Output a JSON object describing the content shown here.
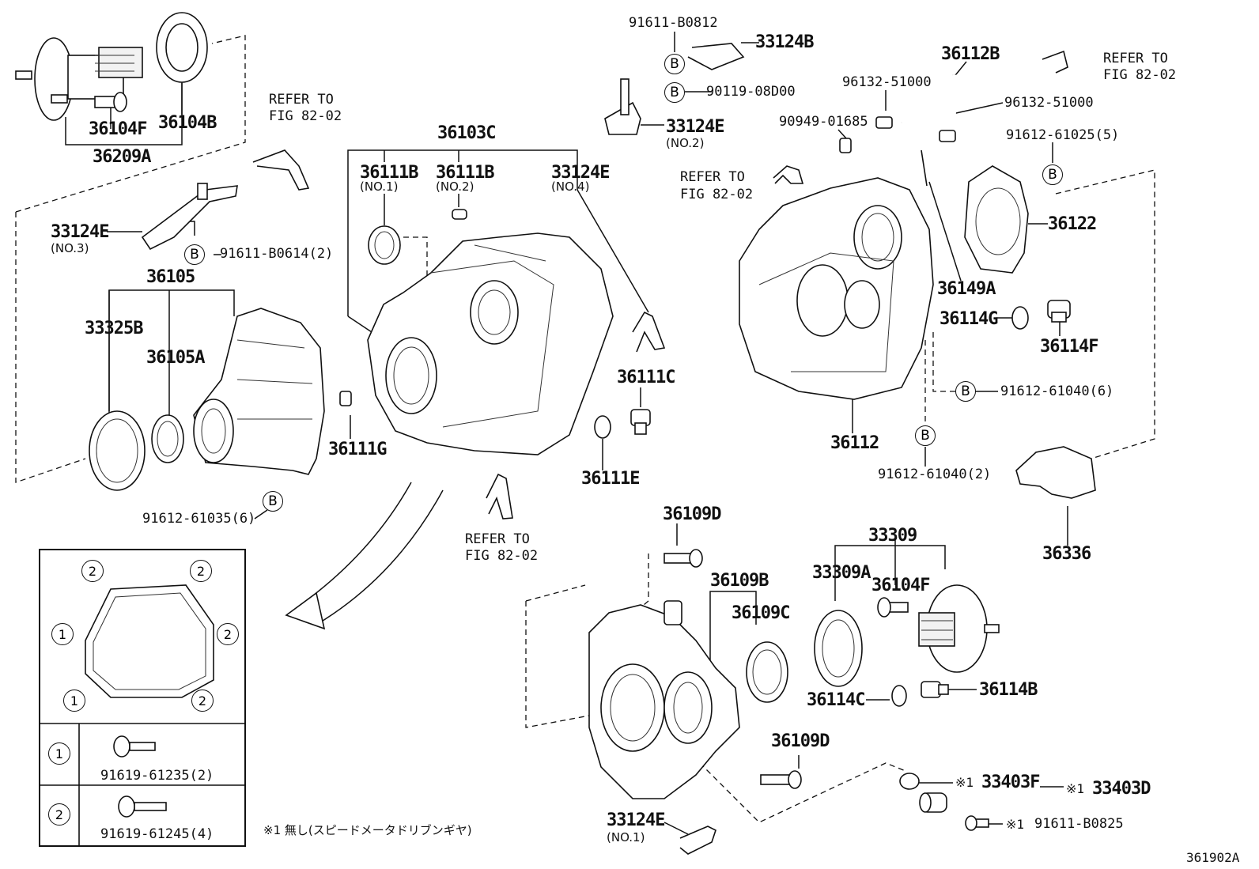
{
  "parts": {
    "p91611_B0812": "91611-B0812",
    "p33124B": "33124B",
    "p90119_08D00": "90119-08D00",
    "p33124E_no2": "33124E",
    "no2_a": "(NO.2)",
    "p36112B": "36112B",
    "p96132_51000_a": "96132-51000",
    "p96132_51000_b": "96132-51000",
    "p90949_01685": "90949-01685",
    "p91612_61025": "91612-61025(5)",
    "p36122": "36122",
    "p36149A": "36149A",
    "p36114G": "36114G",
    "p36114F": "36114F",
    "p91612_61040_6": "91612-61040(6)",
    "p36112": "36112",
    "p91612_61040_2": "91612-61040(2)",
    "p36336": "36336",
    "p36104F": "36104F",
    "p36104B": "36104B",
    "p36209A": "36209A",
    "p36103C": "36103C",
    "p36111B_no1": "36111B",
    "no1_a": "(NO.1)",
    "p36111B_no2": "36111B",
    "no2_b": "(NO.2)",
    "p33124E_no4": "33124E",
    "no4": "(NO.4)",
    "p33124E_no3": "33124E",
    "no3": "(NO.3)",
    "p91611_B0614": "91611-B0614(2)",
    "p36105": "36105",
    "p33325B": "33325B",
    "p36105A": "36105A",
    "p36111G": "36111G",
    "p36111C": "36111C",
    "p36111E": "36111E",
    "p91612_61035": "91612-61035(6)",
    "p36109D_a": "36109D",
    "p36109B": "36109B",
    "p36109C": "36109C",
    "p33309": "33309",
    "p33309A": "33309A",
    "p36104F_b": "36104F",
    "p36114C": "36114C",
    "p36114B": "36114B",
    "p36109D_b": "36109D",
    "p33403F": "33403F",
    "p33403D": "33403D",
    "p91611_B0825": "91611-B0825",
    "p33124E_no1": "33124E",
    "no1_b": "(NO.1)",
    "p91619_61235": "91619-61235(2)",
    "p91619_61245": "91619-61245(4)"
  },
  "refs": {
    "ref1_l1": "REFER TO",
    "ref1_l2": "FIG 82-02",
    "ref2_l1": "REFER TO",
    "ref2_l2": "FIG 82-02",
    "ref3_l1": "REFER TO",
    "ref3_l2": "FIG 82-02",
    "ref4_l1": "REFER TO",
    "ref4_l2": "FIG 82-02"
  },
  "markers": {
    "b": "B",
    "one": "1",
    "two": "2",
    "kome": "※1"
  },
  "note": "※1 無し(スピードメータドリブンギヤ)",
  "figure_code": "361902A"
}
